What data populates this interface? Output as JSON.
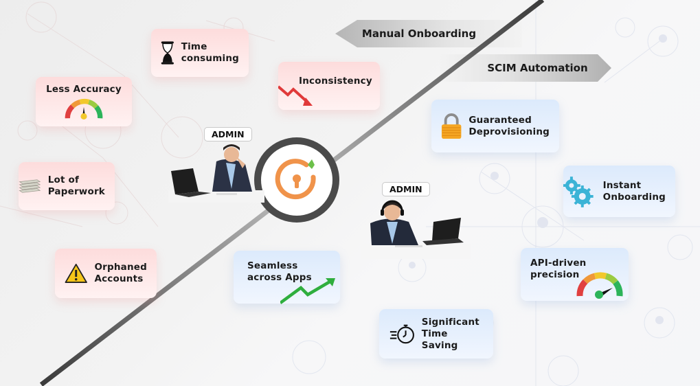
{
  "banners": {
    "manual": "Manual Onboarding",
    "scim": "SCIM Automation"
  },
  "manual_side": {
    "cards": [
      {
        "id": "time-consuming",
        "line1": "Time",
        "line2": "consuming",
        "icon": "hourglass-icon"
      },
      {
        "id": "less-accuracy",
        "line1": "Less Accuracy",
        "line2": "",
        "icon": "gauge-low-icon"
      },
      {
        "id": "inconsistency",
        "line1": "Inconsistency",
        "line2": "",
        "icon": "trend-down-icon"
      },
      {
        "id": "paperwork",
        "line1": "Lot of",
        "line2": "Paperwork",
        "icon": "paper-stack-icon"
      },
      {
        "id": "orphaned",
        "line1": "Orphaned",
        "line2": "Accounts",
        "icon": "warning-icon"
      }
    ],
    "admin_label": "ADMIN"
  },
  "scim_side": {
    "cards": [
      {
        "id": "deprovisioning",
        "line1": "Guaranteed",
        "line2": "Deprovisioning",
        "icon": "lock-icon"
      },
      {
        "id": "instant-onboarding",
        "line1": "Instant",
        "line2": "Onboarding",
        "icon": "gears-icon"
      },
      {
        "id": "seamless",
        "line1": "Seamless",
        "line2": "across Apps",
        "icon": "trend-up-icon"
      },
      {
        "id": "api-precision",
        "line1": "API-driven",
        "line2": "precision",
        "icon": "gauge-high-icon"
      },
      {
        "id": "time-saving",
        "line1": "Significant",
        "line2": "Time Saving",
        "icon": "stopwatch-icon"
      }
    ],
    "admin_label": "ADMIN"
  },
  "colors": {
    "logo_orange": "#f0934a",
    "logo_green": "#6cc04a",
    "red_card": "#fddcdc",
    "blue_card": "#dceafc",
    "divider": "#4a4a4a"
  }
}
